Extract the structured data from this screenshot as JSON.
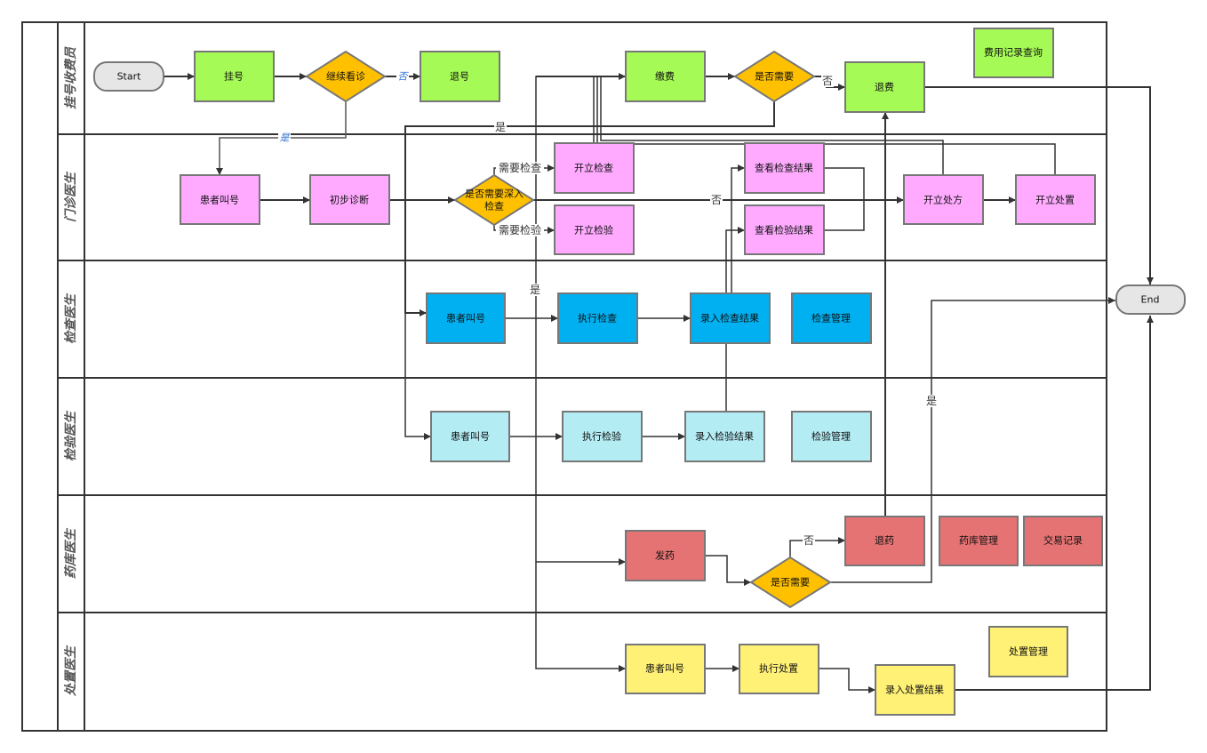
{
  "diagram": {
    "type": "swimlane-flowchart",
    "colors": {
      "registration": "#a6fa55",
      "clinic": "#ffaaff",
      "exam": "#00b0f0",
      "lab": "#b4ecf4",
      "pharmacy": "#e57373",
      "treatment": "#fff176",
      "decision": "#ffc000",
      "terminal": "#e6e6e6"
    },
    "lanes": [
      {
        "id": "lane-registration",
        "label": "挂号收费员"
      },
      {
        "id": "lane-clinic",
        "label": "门诊医生"
      },
      {
        "id": "lane-exam",
        "label": "检查医生"
      },
      {
        "id": "lane-lab",
        "label": "检验医生"
      },
      {
        "id": "lane-pharmacy",
        "label": "药库医生"
      },
      {
        "id": "lane-treatment",
        "label": "处置医生"
      }
    ],
    "nodes": {
      "start": "Start",
      "register": "挂号",
      "continue_visit": "继续看诊",
      "cancel_register": "退号",
      "pay": "缴费",
      "pay_need": "是否需要",
      "refund_fee": "退费",
      "fee_query": "费用记录查询",
      "clinic_call": "患者叫号",
      "initial_diag": "初步诊断",
      "need_deep": "是否需要深入检查",
      "order_exam": "开立检查",
      "order_lab": "开立检验",
      "view_exam": "查看检查结果",
      "view_lab": "查看检验结果",
      "prescribe": "开立处方",
      "order_treat": "开立处置",
      "exam_call": "患者叫号",
      "exam_exec": "执行检查",
      "exam_record": "录入检查结果",
      "exam_manage": "检查管理",
      "lab_call": "患者叫号",
      "lab_exec": "执行检验",
      "lab_record": "录入检验结果",
      "lab_manage": "检验管理",
      "dispense": "发药",
      "pharm_need": "是否需要",
      "return_drug": "退药",
      "stock_manage": "药库管理",
      "transactions": "交易记录",
      "treat_call": "患者叫号",
      "treat_exec": "执行处置",
      "treat_record": "录入处置结果",
      "treat_manage": "处置管理",
      "end": "End"
    },
    "edge_labels": {
      "no_blue": "否",
      "yes_blue": "是",
      "yes": "是",
      "no": "否",
      "need_exam": "需要检查",
      "need_lab": "需要检验"
    }
  }
}
